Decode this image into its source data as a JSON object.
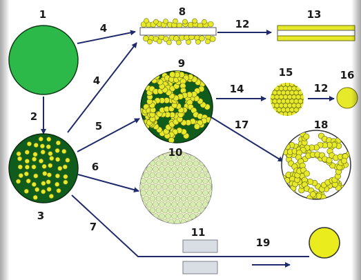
{
  "labels": {
    "n1": "1",
    "n2": "2",
    "n3": "3",
    "n4a": "4",
    "n4b": "4",
    "n5": "5",
    "n6": "6",
    "n7": "7",
    "n8": "8",
    "n9": "9",
    "n10": "10",
    "n11": "11",
    "n12a": "12",
    "n12b": "12",
    "n13": "13",
    "n14": "14",
    "n15": "15",
    "n16": "16",
    "n17": "17",
    "n18": "18",
    "n19": "19"
  },
  "colors": {
    "bright_green": "#2db84a",
    "dark_green": "#0f5c1c",
    "yellow": "#e6ea2a",
    "pale_yellow": "#f4f6b0",
    "pale_green_dot": "#d7ecb0",
    "arrow": "#1f2a6b"
  }
}
